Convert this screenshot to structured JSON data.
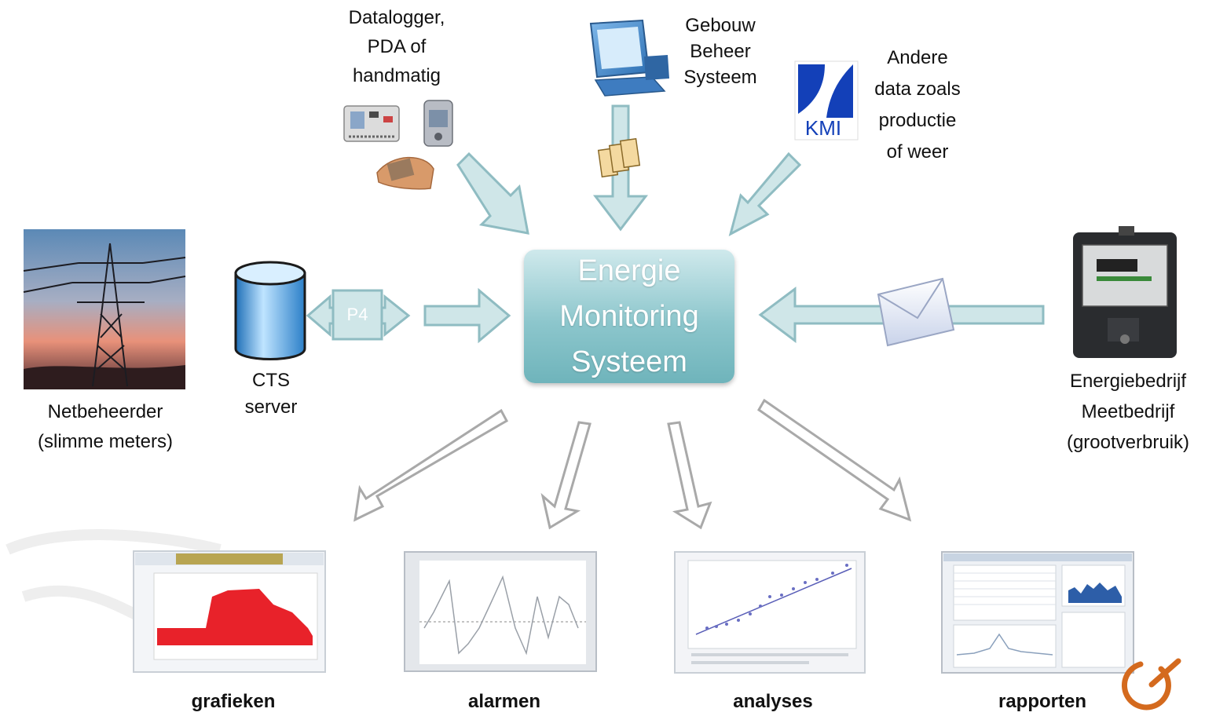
{
  "center": {
    "lines": [
      "Energie",
      "Monitoring",
      "Systeem"
    ]
  },
  "sources": {
    "datalogger": {
      "lines": [
        "Datalogger,",
        "PDA of",
        "handmatig"
      ]
    },
    "gebouw": {
      "lines": [
        "Gebouw",
        "Beheer",
        "Systeem"
      ]
    },
    "andere": {
      "lines": [
        "Andere",
        "data zoals",
        "productie",
        "of weer"
      ]
    },
    "kmi_logo_text": "KMI",
    "netbeheerder": {
      "lines": [
        "Netbeheerder",
        "(slimme meters)"
      ]
    },
    "cts": {
      "lines": [
        "CTS",
        "server"
      ],
      "link_label": "P4"
    },
    "energiebedrijf": {
      "lines": [
        "Energiebedrijf",
        "Meetbedrijf",
        "(grootverbruik)"
      ]
    }
  },
  "outputs": [
    {
      "label": "grafieken",
      "icon": "bar-chart-thumbnail"
    },
    {
      "label": "alarmen",
      "icon": "line-chart-thumbnail"
    },
    {
      "label": "analyses",
      "icon": "scatter-chart-thumbnail"
    },
    {
      "label": "rapporten",
      "icon": "report-thumbnail"
    }
  ],
  "colors": {
    "arrow_fill": "#cfe6e8",
    "arrow_stroke": "#8fbcc2",
    "center_box": "#8cc6cc",
    "bar_red": "#e8222a"
  },
  "icons": [
    "datalogger-device-icon",
    "pda-icon",
    "hand-icon",
    "computer-icon",
    "documents-icon",
    "kmi-logo-icon",
    "power-pylon-photo",
    "database-cylinder-icon",
    "envelope-icon",
    "energy-meter-icon",
    "refresh-logo-icon"
  ]
}
